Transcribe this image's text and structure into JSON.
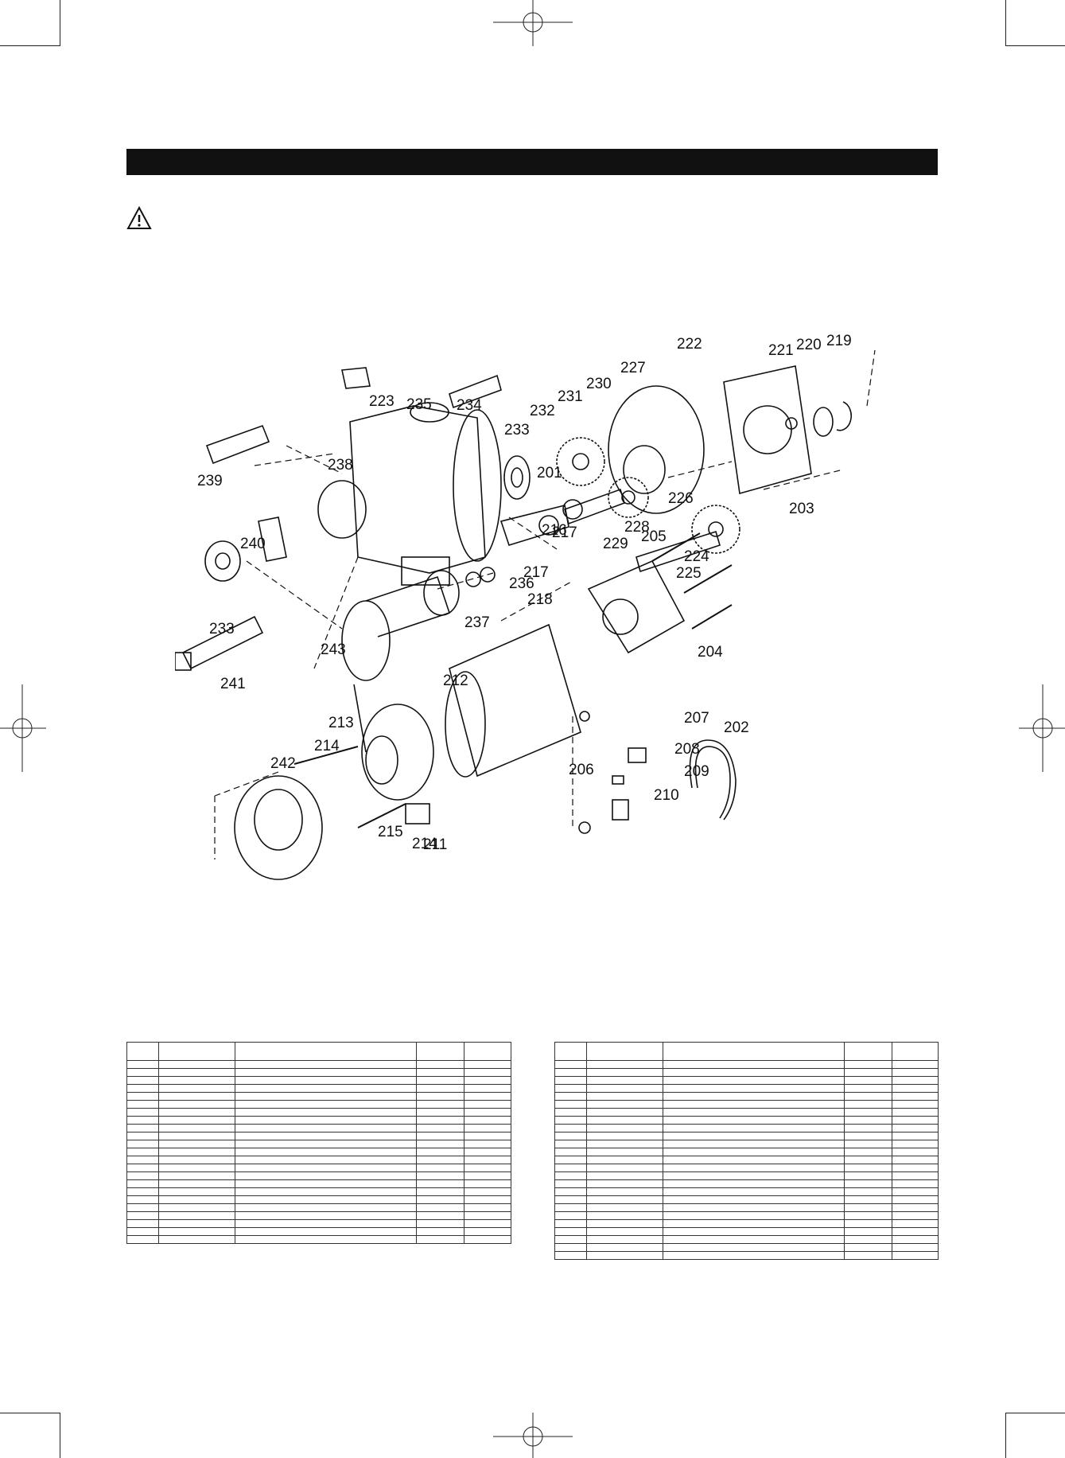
{
  "diagram": {
    "labels": [
      "201",
      "202",
      "203",
      "204",
      "205",
      "206",
      "207",
      "208",
      "209",
      "210",
      "211",
      "212",
      "213",
      "214",
      "214",
      "215",
      "216",
      "217",
      "217",
      "218",
      "219",
      "220",
      "221",
      "222",
      "223",
      "224",
      "225",
      "226",
      "227",
      "228",
      "229",
      "230",
      "231",
      "232",
      "233",
      "233",
      "234",
      "235",
      "236",
      "237",
      "238",
      "239",
      "240",
      "241",
      "242",
      "243"
    ]
  },
  "icons": {
    "warning": "warning-triangle-icon"
  },
  "tables": {
    "left_rows": 23,
    "right_rows": 25
  }
}
